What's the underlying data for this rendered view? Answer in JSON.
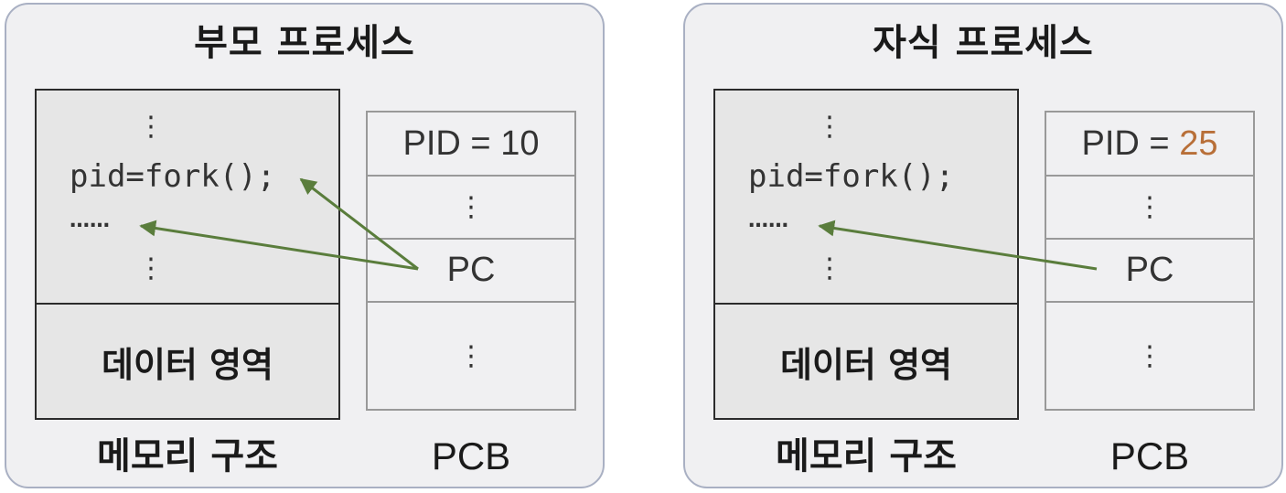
{
  "parent": {
    "title": "부모 프로세스",
    "memory": {
      "dots": "⋮",
      "code": "pid=fork();",
      "ellipsis": "……",
      "data_area": "데이터 영역"
    },
    "pcb": {
      "pid_label": "PID = ",
      "pid_value": "10",
      "dots": "⋮",
      "pc": "PC"
    },
    "memory_caption": "메모리 구조",
    "pcb_caption": "PCB"
  },
  "child": {
    "title": "자식 프로세스",
    "memory": {
      "dots": "⋮",
      "code": "pid=fork();",
      "ellipsis": "……",
      "data_area": "데이터 영역"
    },
    "pcb": {
      "pid_label": "PID = ",
      "pid_value": "25",
      "dots": "⋮",
      "pc": "PC"
    },
    "memory_caption": "메모리 구조",
    "pcb_caption": "PCB"
  },
  "colors": {
    "arrow": "#5a7d3c",
    "pid_highlight": "#b86f38",
    "panel_border": "#a9b0c3"
  }
}
